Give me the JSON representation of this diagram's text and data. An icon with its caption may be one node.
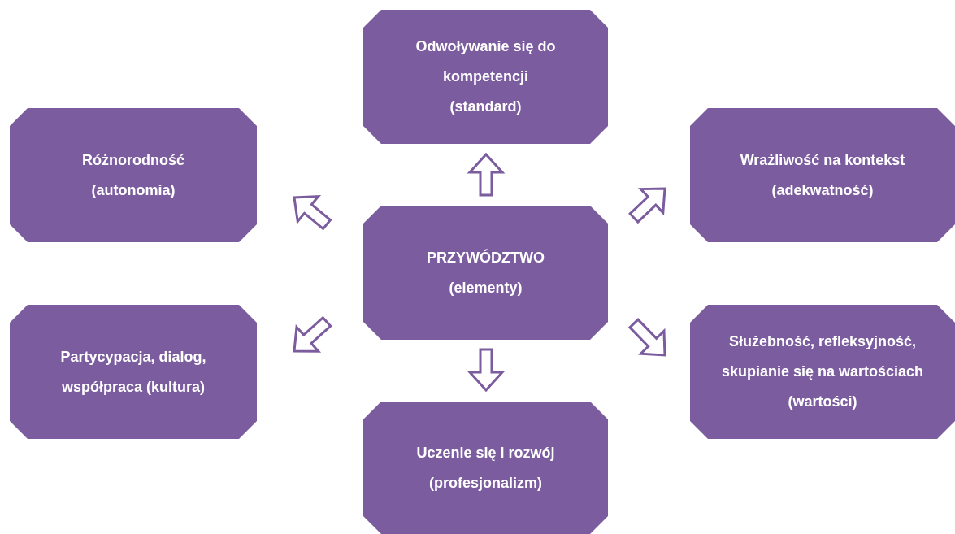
{
  "diagram": {
    "nodes": [
      {
        "text": [
          "Odwoływanie się do kompetencji (standard)"
        ]
      },
      {
        "text": [
          "Różnorodność (autonomia)"
        ]
      },
      {
        "text": [
          "Wrażliwość na kontekst (adekwatność)"
        ]
      },
      {
        "text": [
          "PRZYWÓDZTWO (elementy)"
        ]
      },
      {
        "text": [
          "Partycypacja, dialog, współpraca (kultura)"
        ]
      },
      {
        "text": [
          "Służebność, refleksyjność, skupianie się na wartościach (wartości)"
        ]
      },
      {
        "text": [
          "Uczenie się i rozwój (profesjonalizm)"
        ]
      }
    ],
    "edges": [
      {
        "from": 3,
        "to": 0,
        "arrow": "to"
      },
      {
        "from": 3,
        "to": 1,
        "arrow": "to"
      },
      {
        "from": 3,
        "to": 2,
        "arrow": "to"
      },
      {
        "from": 3,
        "to": 4,
        "arrow": "to"
      },
      {
        "from": 3,
        "to": 5,
        "arrow": "to"
      },
      {
        "from": 3,
        "to": 6,
        "arrow": "to"
      }
    ]
  }
}
